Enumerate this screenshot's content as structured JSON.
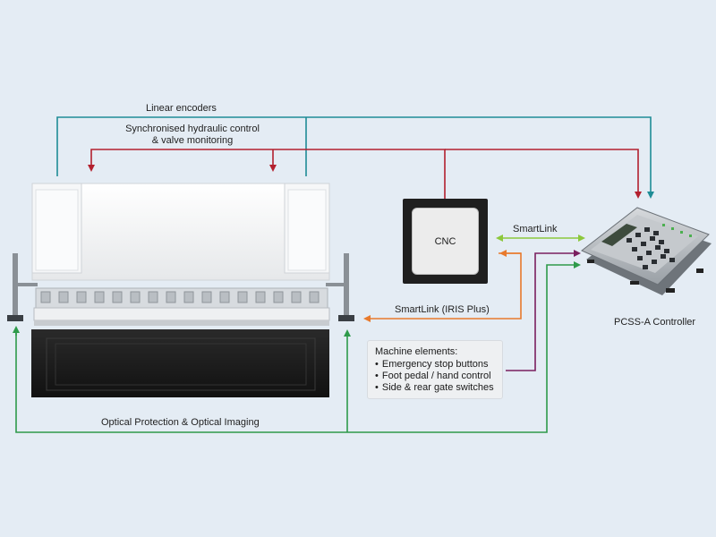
{
  "labels": {
    "linear_encoders": "Linear encoders",
    "hydraulic_line1": "Synchronised hydraulic control",
    "hydraulic_line2": "& valve monitoring",
    "cnc": "CNC",
    "smartlink": "SmartLink",
    "smartlink_iris": "SmartLink (IRIS Plus)",
    "pcss_controller": "PCSS-A Controller",
    "optical": "Optical Protection & Optical Imaging"
  },
  "machine_elements": {
    "title": "Machine elements:",
    "items": [
      "Emergency stop buttons",
      "Foot pedal / hand control",
      "Side & rear gate switches"
    ]
  },
  "colors": {
    "background": "#e4ecf4",
    "linear_encoders_line": "#1e8c96",
    "hydraulic_line": "#b3202e",
    "smartlink_line": "#8cc83c",
    "smartlink_iris_line": "#e87a2c",
    "machine_elements_line": "#7a1f5e",
    "optical_line": "#2e9a4a"
  }
}
